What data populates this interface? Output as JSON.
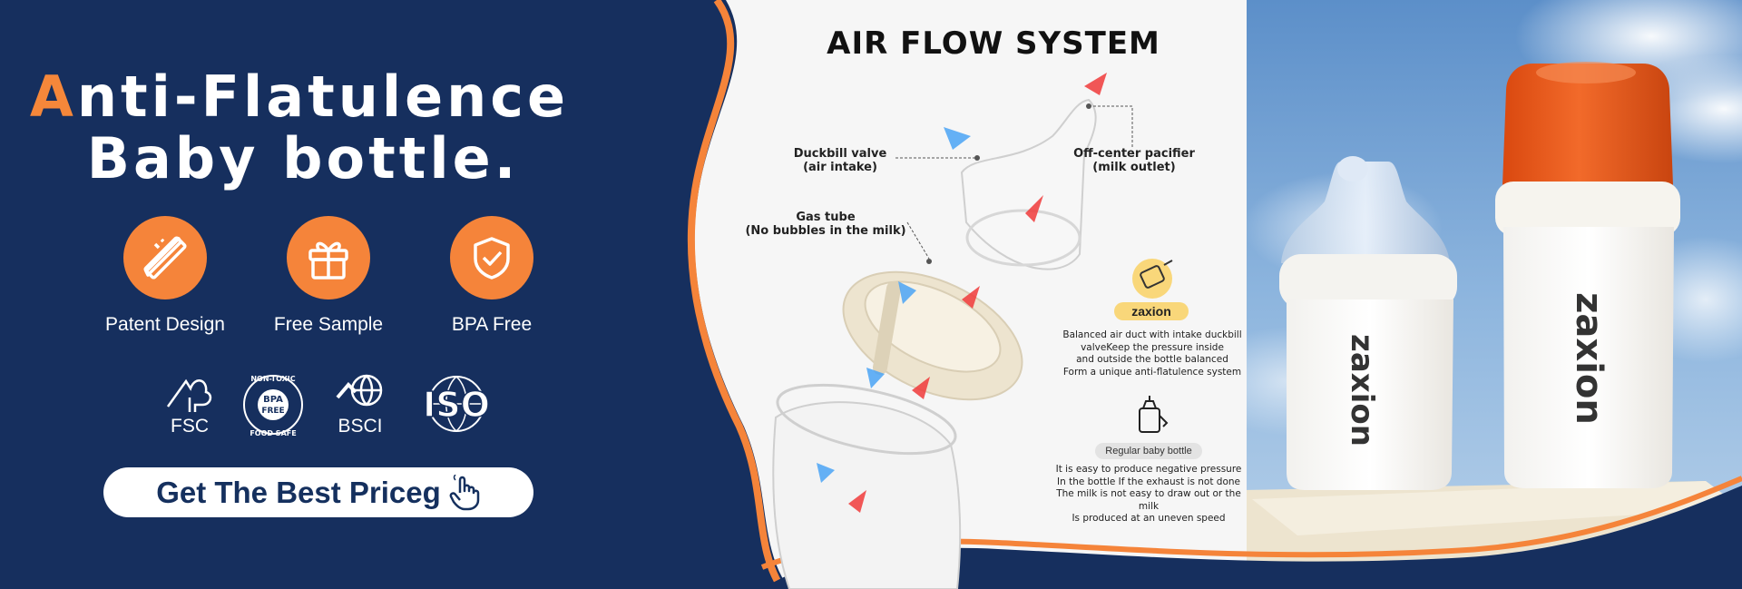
{
  "headline": {
    "line1_accent": "A",
    "line1_rest": "nti-Flatulence",
    "line2": "Baby bottle."
  },
  "features": [
    {
      "label": "Patent Design",
      "icon": "pencil-ruler-icon"
    },
    {
      "label": "Free Sample",
      "icon": "gift-icon"
    },
    {
      "label": "BPA Free",
      "icon": "shield-check-icon"
    }
  ],
  "certifications": [
    {
      "label": "FSC",
      "icon": "fsc-tree-icon"
    },
    {
      "label": "",
      "icon": "bpa-free-badge-icon",
      "badge_text": [
        "NON-TOXIC",
        "BPA",
        "FREE",
        "FOOD SAFE"
      ]
    },
    {
      "label": "BSCI",
      "icon": "bsci-globe-icon"
    },
    {
      "label": "ISO",
      "icon": "iso-globe-icon"
    }
  ],
  "cta": {
    "label": "Get The Best Priceg",
    "icon": "hand-pointer-icon"
  },
  "diagram": {
    "title": "AIR FLOW SYSTEM",
    "duckbill": {
      "line1": "Duckbill valve",
      "line2": "(air intake)"
    },
    "pacifier": {
      "line1": "Off-center pacifier",
      "line2": "(milk outlet)"
    },
    "gas_tube": {
      "line1": "Gas tube",
      "line2": "(No bubbles in the milk)"
    },
    "brand": "zaxion",
    "brand_desc": [
      "Balanced air duct with intake duckbill",
      "valveKeep the pressure inside",
      "and outside the bottle balanced",
      "Form a unique anti-flatulence system"
    ],
    "regular_label": "Regular baby bottle",
    "regular_desc": [
      "It is easy to produce negative pressure",
      "In the bottle If the exhaust is not done",
      "The milk is not easy to draw out or the milk",
      "Is produced at an uneven speed"
    ]
  },
  "product": {
    "brand_on_bottle": "zaxion"
  },
  "colors": {
    "navy": "#162f5e",
    "orange": "#f5843a",
    "white": "#ffffff",
    "cream": "#ede4cf",
    "cap": "#ea5a1c"
  }
}
